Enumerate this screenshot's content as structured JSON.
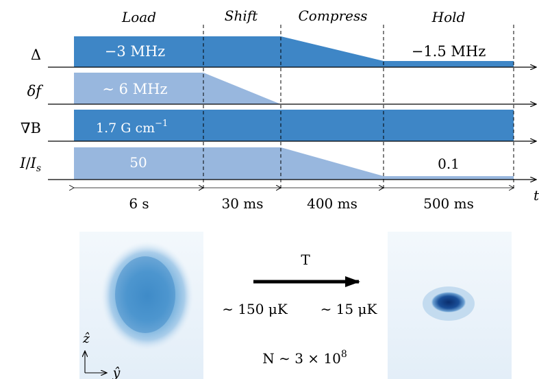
{
  "stages": [
    {
      "label": "Load",
      "duration": "6 s"
    },
    {
      "label": "Shift",
      "duration": "30 ms"
    },
    {
      "label": "Compress",
      "duration": "400 ms"
    },
    {
      "label": "Hold",
      "duration": "500 ms"
    }
  ],
  "rows": [
    {
      "symbol": "Δ",
      "start_value": "−3 MHz",
      "end_value": "−1.5 MHz"
    },
    {
      "symbol": "δf",
      "start_value": "∼ 6 MHz",
      "end_value": ""
    },
    {
      "symbol": "∇B",
      "start_value": "1.7 G cm",
      "start_value_exponent": "−1",
      "end_value": ""
    },
    {
      "symbol": "I/Is",
      "symbol_main": "I",
      "symbol_slash": "/",
      "symbol_base": "I",
      "symbol_sub": "s",
      "start_value": "50",
      "end_value": "0.1"
    }
  ],
  "time_axis_label": "t",
  "arrow_label": "T",
  "temperature_start": "∼ 150 μK",
  "temperature_end": "∼ 15 μK",
  "atom_number": "N ∼ 3 × 10",
  "atom_number_exponent": "8",
  "axes": {
    "vertical": "ẑ",
    "horizontal": "ŷ"
  },
  "colors": {
    "dark": "#3e86c6",
    "light": "#98b7de"
  }
}
